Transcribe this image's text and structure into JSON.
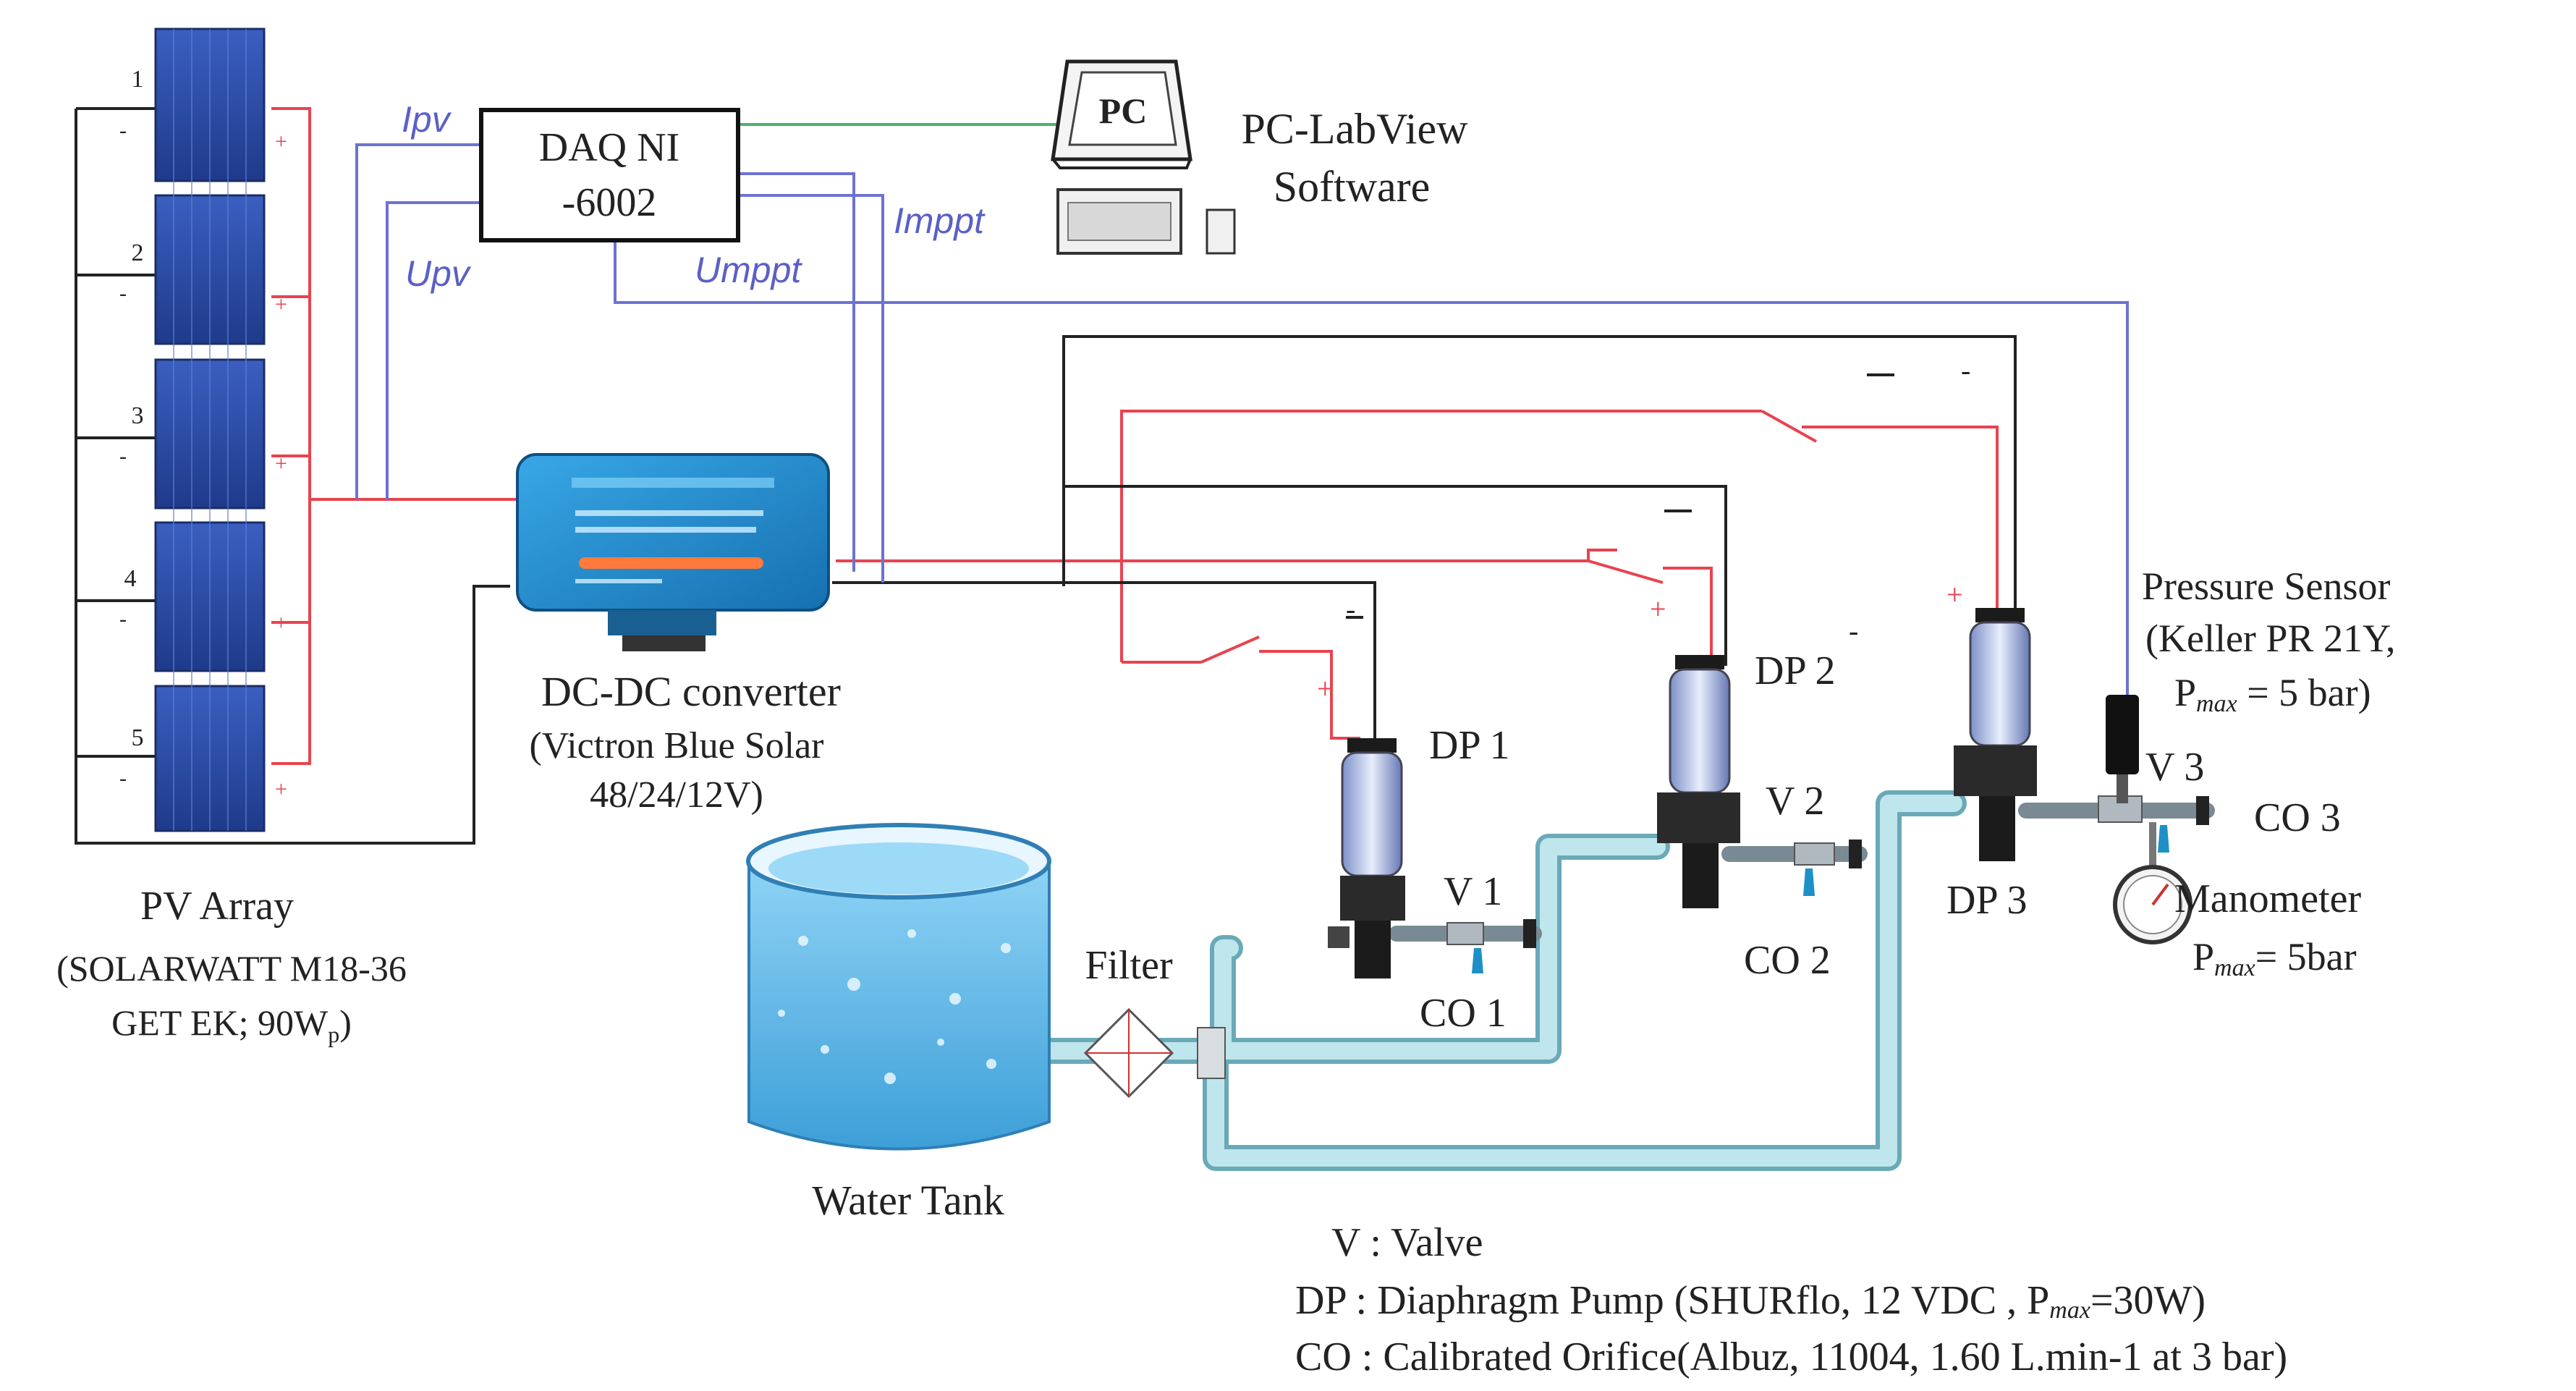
{
  "pv_array": {
    "panel_numbers": [
      "1",
      "2",
      "3",
      "4",
      "5"
    ],
    "title": "PV Array",
    "model_line1": "(SOLARWATT M18-36",
    "model_line2_prefix": "GET EK; 90W",
    "model_line2_sub": "p",
    "model_line2_suffix": ")"
  },
  "signals": {
    "ipv": "Ipv",
    "upv": "Upv",
    "imppt": "Imppt",
    "umppt": "Umppt"
  },
  "daq": {
    "line1": "DAQ NI",
    "line2": "-6002"
  },
  "pc": {
    "screen_label": "PC",
    "line1": "PC-LabView",
    "line2": "Software"
  },
  "converter": {
    "title": "DC-DC converter",
    "model_line1": "(Victron Blue Solar",
    "model_line2": "48/24/12V)"
  },
  "pumps": [
    {
      "pump": "DP 1",
      "valve": "V 1",
      "orifice": "CO 1"
    },
    {
      "pump": "DP 2",
      "valve": "V 2",
      "orifice": "CO 2"
    },
    {
      "pump": "DP 3",
      "valve": "V 3",
      "orifice": "CO 3"
    }
  ],
  "polarity": {
    "plus": "+",
    "minus": "-"
  },
  "pressure_sensor": {
    "line1": "Pressure Sensor",
    "line2": "(Keller PR 21Y,",
    "line3_prefix": "P",
    "line3_sub": "max",
    "line3_suffix": " = 5 bar)"
  },
  "manometer": {
    "line1": "Manometer",
    "line2_prefix": "P",
    "line2_sub": "max",
    "line2_suffix": "= 5bar"
  },
  "filter": "Filter",
  "water_tank": "Water Tank",
  "legend": {
    "valve": "V : Valve",
    "pump_prefix": "DP : Diaphragm Pump (SHURflo, 12 VDC , P",
    "pump_sub": "max",
    "pump_suffix": "=30W)",
    "orifice": "CO : Calibrated Orifice(Albuz, 11004, 1.60 L.min-1 at 3 bar)"
  },
  "colors": {
    "positive_wire": "#e8444f",
    "negative_wire": "#222222",
    "signal_wire": "#6e72d2",
    "data_wire": "#4fb36a",
    "pipe": "#a9d8e0",
    "pipe_outline": "#6aa9b7",
    "panel": "#2c4aa3",
    "converter": "#1e86c8",
    "water": "#56b2e6"
  }
}
